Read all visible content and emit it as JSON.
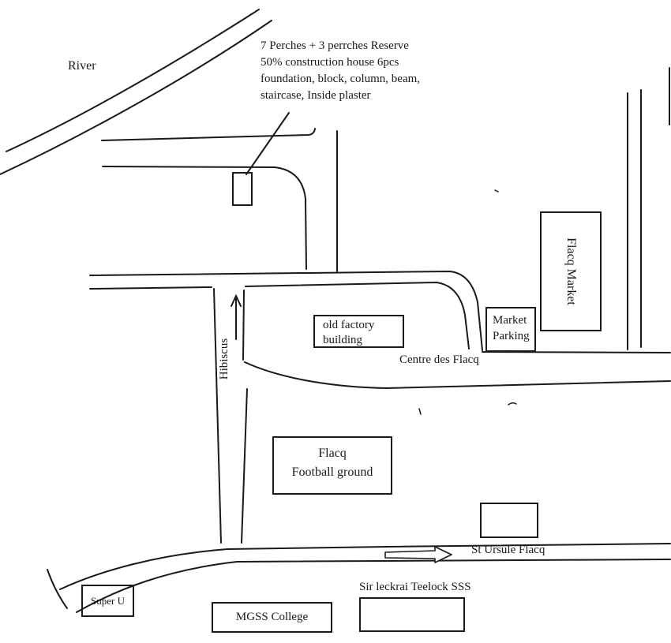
{
  "colors": {
    "ink": "#1a1a1a",
    "background": "#ffffff"
  },
  "map": {
    "river": {
      "label": "River"
    },
    "annotation": {
      "lines": [
        "7 Perches + 3 perrches Reserve",
        "50% construction house 6pcs",
        "foundation, block, column, beam,",
        "staircase, Inside plaster"
      ]
    },
    "roads": {
      "hibiscus_label": "Hibiscus",
      "centre_des_flacq_label": "Centre des Flacq",
      "st_ursule_label": "St Ursule Flacq"
    },
    "places": {
      "flacq_market": "Flacq Market",
      "market_parking": "Market Parking",
      "old_factory": "old factory building",
      "football_ground_lines": [
        "Flacq",
        "Football ground"
      ],
      "super_u": "Super U",
      "mgss_college": "MGSS College",
      "sir_leckrai": "Sir leckrai Teelock SSS"
    }
  }
}
